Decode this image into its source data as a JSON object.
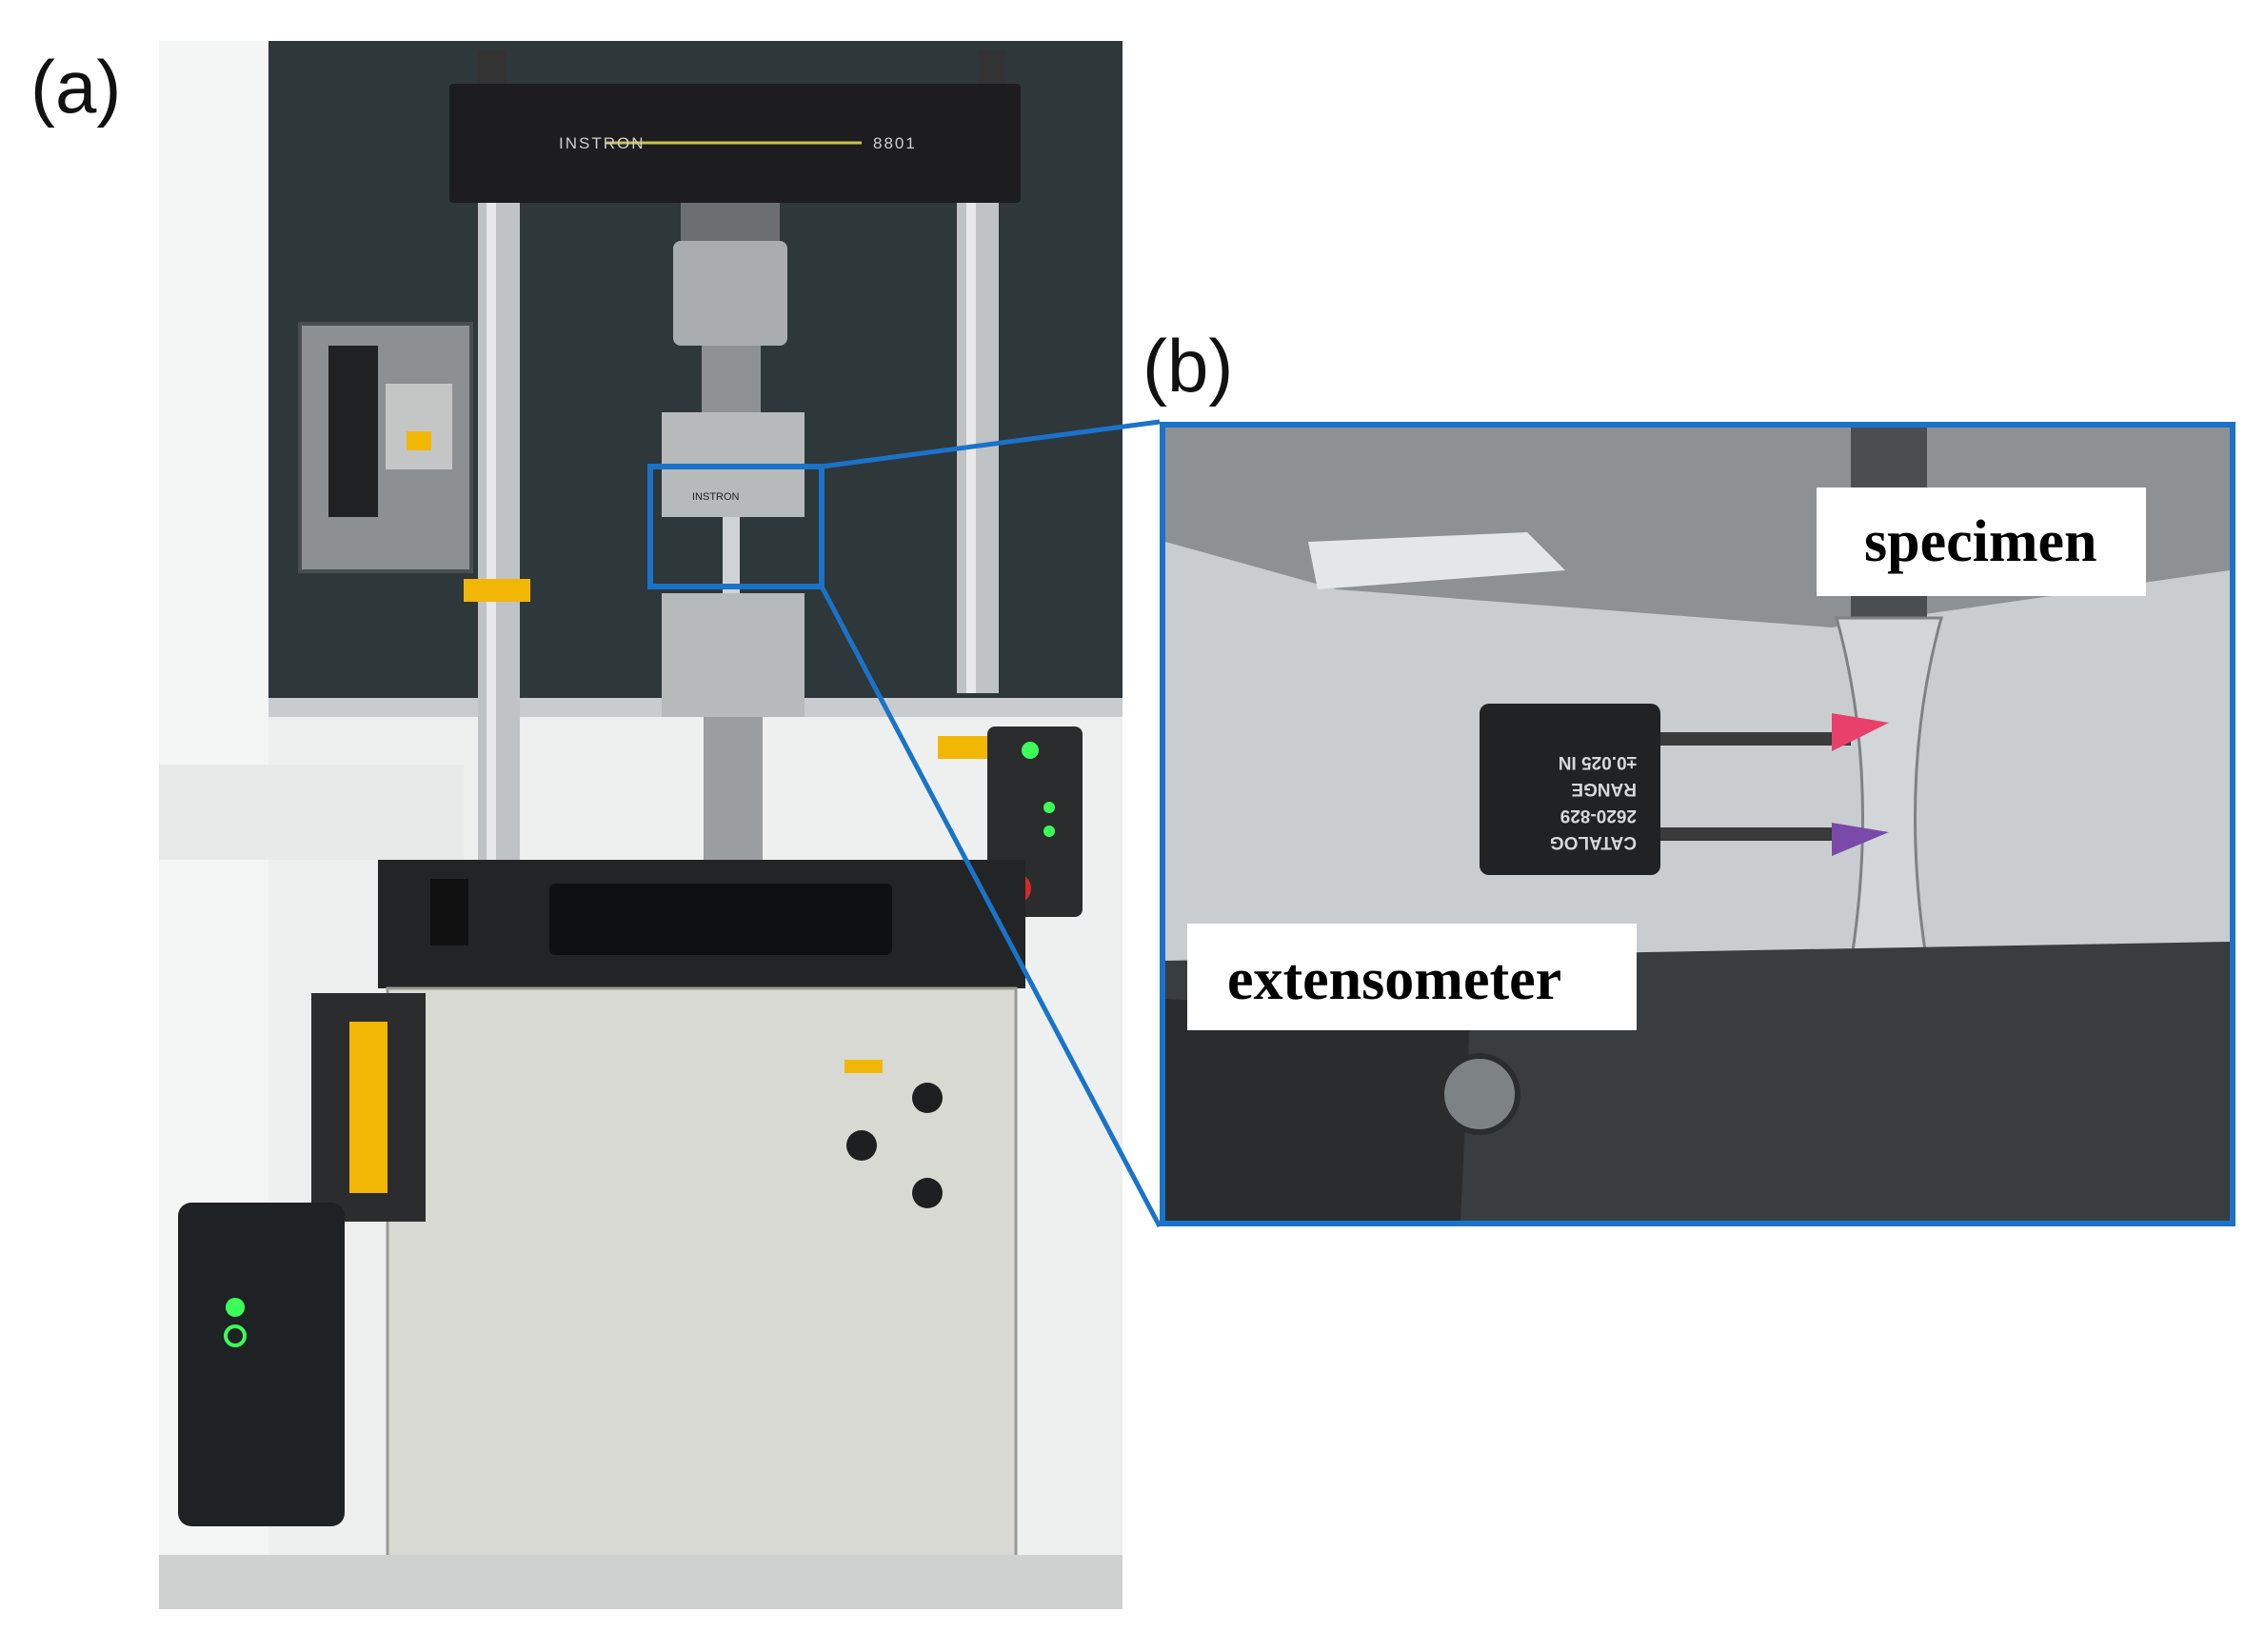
{
  "figure": {
    "panel_a_label": "(a)",
    "panel_b_label": "(b)"
  },
  "machine": {
    "brand": "INSTRON",
    "model": "8801",
    "grip_brand": "INSTRON"
  },
  "extensometer_markings": {
    "line1": "CATALOG",
    "line2": "2620-829",
    "line3": "RANGE",
    "line4": "±0.025 IN"
  },
  "callouts": {
    "specimen": "specimen",
    "extensometer": "extensometer"
  },
  "colors": {
    "highlight_box": "#1a73c9",
    "machine_body": "#d9d9d3",
    "crosshead": "#1d1d1f",
    "safety_yellow": "#f2b705",
    "status_led": "#3cff5a"
  }
}
